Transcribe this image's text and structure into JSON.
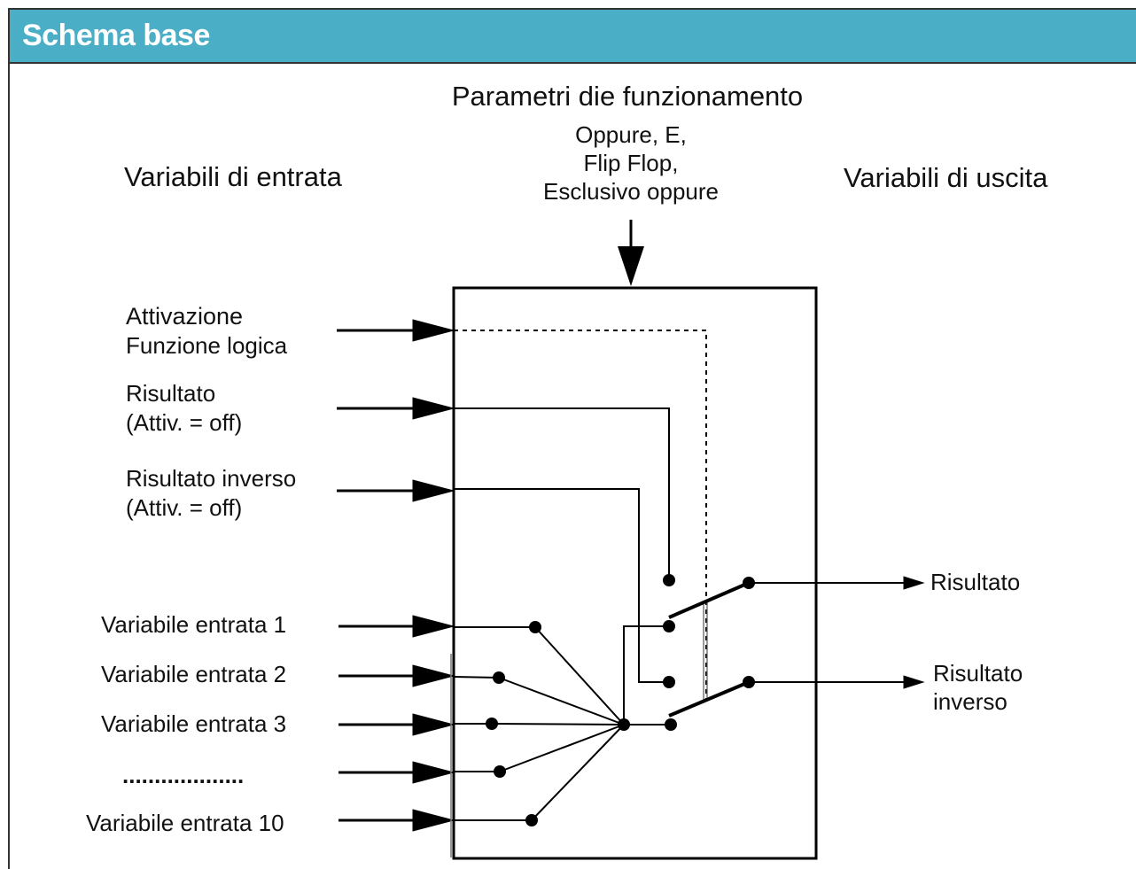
{
  "header": {
    "title": "Schema base"
  },
  "diagram": {
    "parameters_title": "Parametri die funzionamento",
    "parameters_options": [
      "Oppure, E,",
      "Flip Flop,",
      "Esclusivo oppure"
    ],
    "inputs_heading": "Variabili di entrata",
    "outputs_heading": "Variabili di uscita",
    "control_inputs": [
      {
        "line1": "Attivazione",
        "line2": "Funzione logica"
      },
      {
        "line1": "Risultato",
        "line2": "(Attiv. = off)"
      },
      {
        "line1": "Risultato inverso",
        "line2": "(Attiv. = off)"
      }
    ],
    "variable_inputs": [
      "Variabile entrata 1",
      "Variabile entrata 2",
      "Variabile entrata 3",
      "Variabile entrata 10"
    ],
    "ellipsis": "...................",
    "outputs": [
      {
        "line1": "Risultato",
        "line2": ""
      },
      {
        "line1": "Risultato",
        "line2": "inverso"
      }
    ]
  }
}
